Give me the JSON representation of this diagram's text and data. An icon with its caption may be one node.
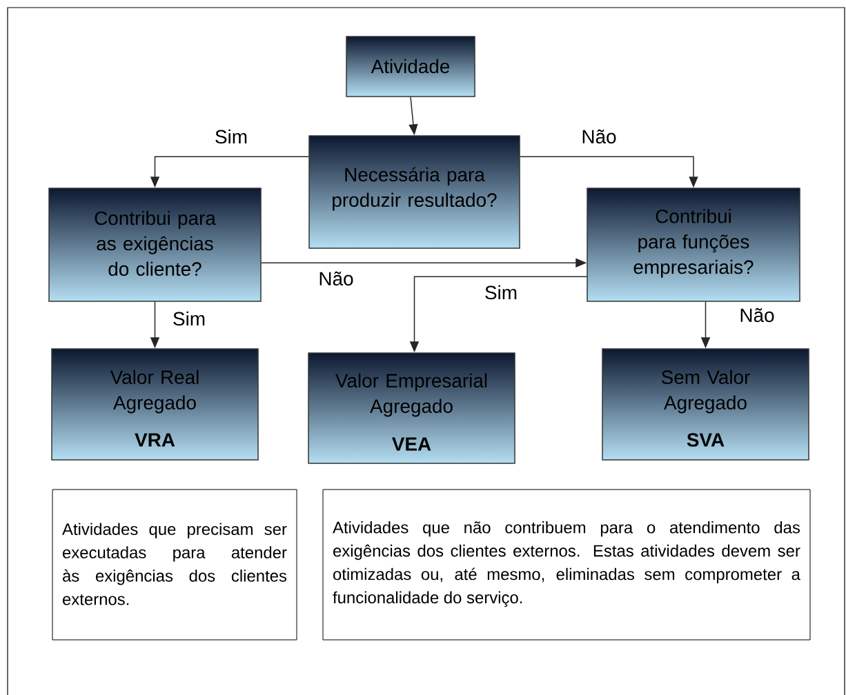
{
  "diagram": {
    "nodes": [
      {
        "text": [
          "Atividade"
        ]
      },
      {
        "text": [
          "Necessária para produzir resultado?"
        ]
      },
      {
        "text": [
          "Contribui para as exigências do cliente?"
        ]
      },
      {
        "text": [
          "Contribui para funções empresariais?"
        ]
      },
      {
        "text": [
          "Valor Real Agregado",
          "VRA"
        ]
      },
      {
        "text": [
          "Valor Empresarial Agregado",
          "VEA"
        ]
      },
      {
        "text": [
          "Sem Valor Agregado",
          "SVA"
        ]
      },
      {
        "text": [
          "Atividades que precisam ser executadas para atender às exigências dos clientes externos."
        ]
      },
      {
        "text": [
          "Atividades que não contribuem para o atendimento das exigências dos clientes externos. Estas atividades devem ser otimizadas ou, até mesmo, eliminadas sem comprometer a funcionalidade do serviço."
        ]
      }
    ],
    "edges": [
      {
        "from": 0,
        "to": 1,
        "arrow": "to"
      },
      {
        "from": 1,
        "to": 2,
        "arrow": "to",
        "label": "Sim"
      },
      {
        "from": 1,
        "to": 3,
        "arrow": "to",
        "label": "Não"
      },
      {
        "from": 2,
        "to": 3,
        "arrow": "to",
        "label": "Não"
      },
      {
        "from": 2,
        "to": 4,
        "arrow": "to",
        "label": "Sim"
      },
      {
        "from": 3,
        "to": 5,
        "arrow": "to",
        "label": "Sim"
      },
      {
        "from": 3,
        "to": 6,
        "arrow": "to",
        "label": "Não"
      }
    ]
  }
}
